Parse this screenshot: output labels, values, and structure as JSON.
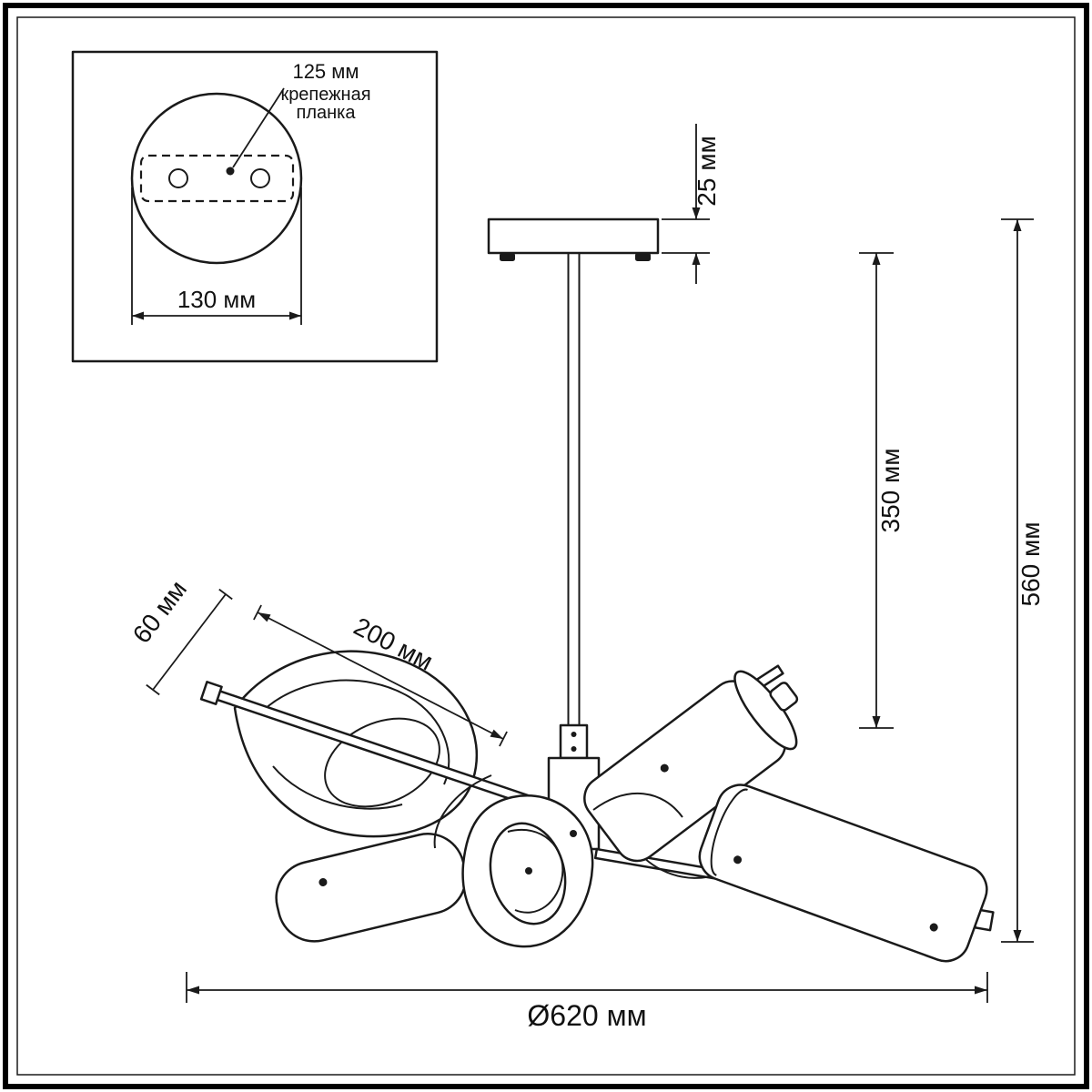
{
  "page": {
    "background": "#ffffff",
    "line_color": "#1a1a1a"
  },
  "inset": {
    "hole_distance_label": "125 мм",
    "bracket_label_line1": "крепежная",
    "bracket_label_line2": "планка",
    "plate_width_label": "130 мм"
  },
  "dimensions": {
    "canopy_height": "25 мм",
    "stem_height": "350 мм",
    "total_height": "560 мм",
    "shade_width": "60 мм",
    "shade_length": "200 мм",
    "diameter": "Ø620 мм"
  }
}
